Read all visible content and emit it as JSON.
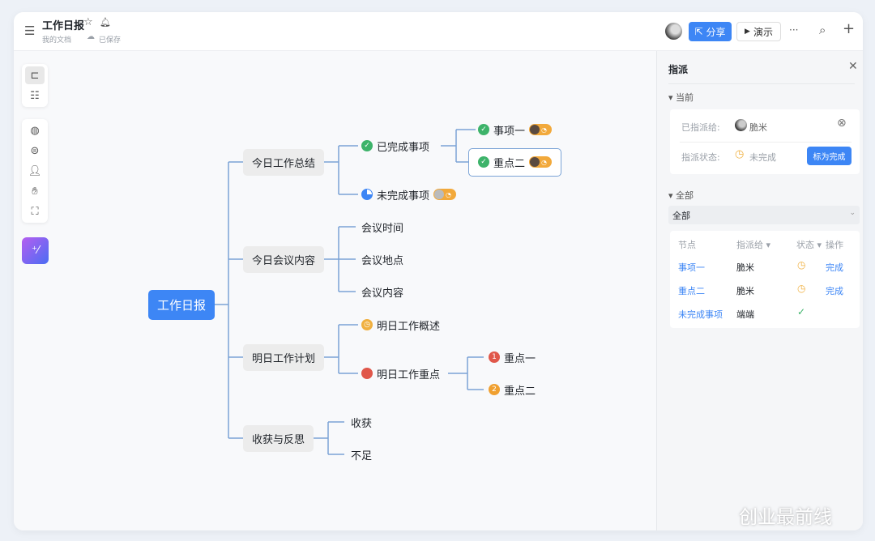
{
  "header": {
    "title": "工作日报",
    "breadcrumb": "我的文档",
    "save_status": "已保存",
    "share_label": "分享",
    "present_label": "演示",
    "more": "···"
  },
  "mindmap": {
    "root": "工作日报",
    "branches": [
      {
        "label": "今日工作总结",
        "children": [
          {
            "label": "已完成事项",
            "status": "done",
            "children": [
              {
                "label": "事项一",
                "status": "done"
              },
              {
                "label": "重点二",
                "status": "done",
                "selected": true
              }
            ]
          },
          {
            "label": "未完成事项",
            "status": "in-progress"
          }
        ]
      },
      {
        "label": "今日会议内容",
        "children": [
          {
            "label": "会议时间"
          },
          {
            "label": "会议地点"
          },
          {
            "label": "会议内容"
          }
        ]
      },
      {
        "label": "明日工作计划",
        "children": [
          {
            "label": "明日工作概述",
            "status": "pending"
          },
          {
            "label": "明日工作重点",
            "status": "priority",
            "children": [
              {
                "label": "重点一",
                "priority": "1"
              },
              {
                "label": "重点二",
                "priority": "2"
              }
            ]
          }
        ]
      },
      {
        "label": "收获与反思",
        "children": [
          {
            "label": "收获"
          },
          {
            "label": "不足"
          }
        ]
      }
    ]
  },
  "panel": {
    "title": "指派",
    "current_section": "当前",
    "assigned_label": "已指派给:",
    "assignee": "脆米",
    "status_label": "指派状态:",
    "status_value": "未完成",
    "mark_done_label": "标为完成",
    "all_section": "全部",
    "filter_value": "全部",
    "table": {
      "headers": [
        "节点",
        "指派给 ▾",
        "状态 ▾",
        "操作"
      ],
      "rows": [
        {
          "node": "事项一",
          "assignee": "脆米",
          "status": "pending",
          "action": "完成"
        },
        {
          "node": "重点二",
          "assignee": "脆米",
          "status": "pending",
          "action": "完成"
        },
        {
          "node": "未完成事项",
          "assignee": "端端",
          "status": "done",
          "action": ""
        }
      ]
    }
  },
  "watermark": "创业最前线",
  "colors": {
    "accent": "#3d86f5",
    "done": "#3db36a",
    "pending": "#f0b040",
    "priority_red": "#e0574a"
  }
}
